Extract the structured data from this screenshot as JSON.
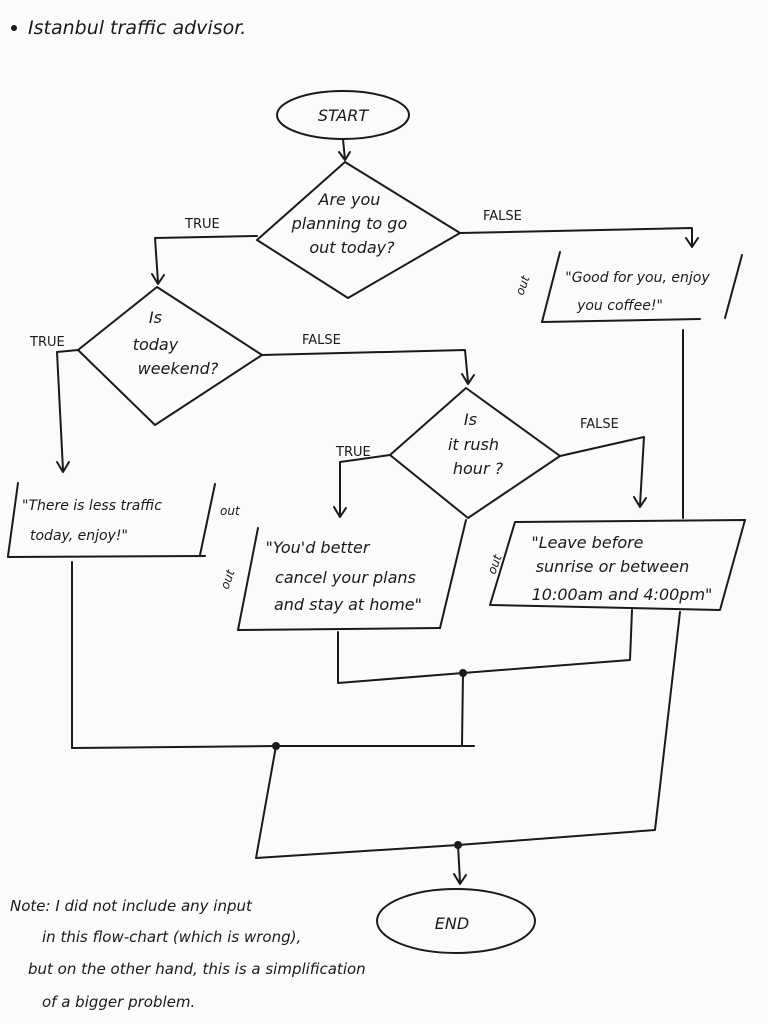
{
  "title": "Istanbul traffic advisor.",
  "nodes": {
    "start": "START",
    "q_out": [
      "Are you",
      "planning to go",
      "out today?"
    ],
    "q_weekend": [
      "Is",
      "today",
      "weekend?"
    ],
    "q_rush": [
      "Is",
      "it rush",
      "hour ?"
    ],
    "out_coffee": [
      "\"Good for you, enjoy",
      "you coffee!\""
    ],
    "out_less": [
      "\"There is less traffic",
      "today, enjoy!\""
    ],
    "out_cancel": [
      "\"You'd better",
      "cancel your plans",
      "and stay at home\""
    ],
    "out_leave": [
      "\"Leave before",
      "sunrise or between",
      "10:00am and 4:00pm\""
    ],
    "end": "END"
  },
  "labels": {
    "true": "TRUE",
    "false": "FALSE",
    "out": "out"
  },
  "note": [
    "Note: I did not include any input",
    "in this flow-chart (which is wrong),",
    "but on the other hand, this is a simplification",
    "of a bigger problem."
  ]
}
